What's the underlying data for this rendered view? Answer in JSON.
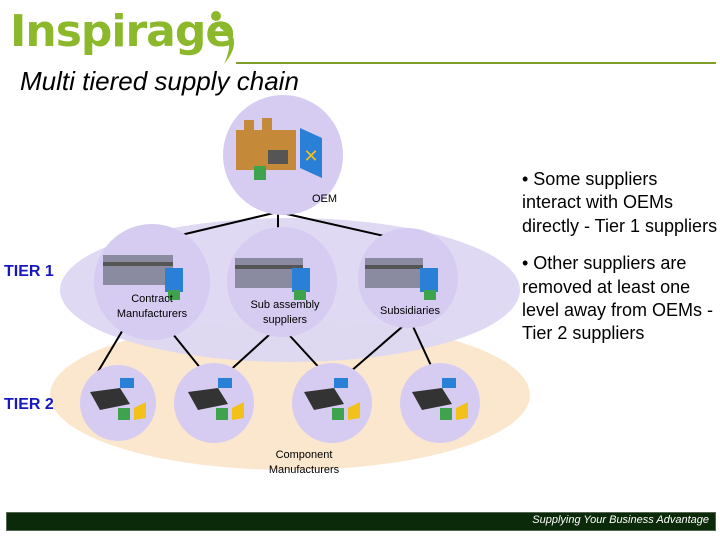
{
  "header": {
    "logo_text": "Inspirage",
    "slide_title": "Multi tiered supply chain"
  },
  "diagram": {
    "oem_label": "OEM",
    "tier1_label": "TIER 1",
    "tier2_label": "TIER 2",
    "tier1_nodes": [
      "Contract Manufacturers",
      "Sub assembly suppliers",
      "Subsidiaries"
    ],
    "tier2_caption": "Component Manufacturers",
    "colors": {
      "tier_ellipse": "#ddd7f2",
      "tier2_ellipse": "#fbe7cd",
      "node_circle": "#d6ccf2",
      "factory": "#8a8aa0",
      "accent_green": "#3fa34d",
      "accent_yellow": "#f2c11a",
      "accent_blue": "#2a7fd6"
    }
  },
  "bullets": [
    "• Some suppliers interact with OEMs directly  - Tier 1 suppliers",
    "• Other suppliers are removed at least one level away from OEMs - Tier 2 suppliers"
  ],
  "footer": {
    "tagline": "Supplying Your Business Advantage"
  }
}
